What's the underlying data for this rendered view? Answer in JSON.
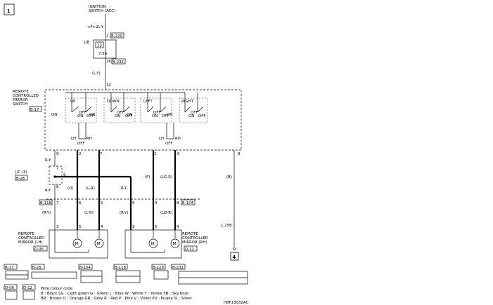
{
  "page_number": "1",
  "ignition": {
    "line1": "IGNITION",
    "line2": "SWITCH (ACC)"
  },
  "wire_top": "<F>2L-Y",
  "jb": {
    "label": "J/B",
    "fuse_no": "23",
    "fuse_amp": "7.5A",
    "pin_in": "2",
    "pin_out": "26",
    "conn_in": "B-229",
    "conn_out": "B-231"
  },
  "wire_ly": "(L-Y)",
  "pin_10": "10",
  "switch": {
    "line1": "REMOTE",
    "line2": "CONTROLLED",
    "line3": "MIRROR",
    "line4": "SWITCH",
    "conn": "B-17",
    "groups": [
      {
        "name": "UP",
        "left": "ON",
        "mid1": "OFF",
        "mid2": "ON",
        "right": "OFF"
      },
      {
        "name": "DOWN",
        "left": "ON",
        "mid1": "OFF",
        "mid2": "ON",
        "right": "OFF"
      },
      {
        "name": "LEFT",
        "left": "ON",
        "mid1": "OFF",
        "mid2": "ON",
        "right": "OFF"
      },
      {
        "name": "RIGHT",
        "left": "ON",
        "mid1": "OFF",
        "mid2": "ON",
        "right": "OFF"
      }
    ],
    "selector_left": {
      "lh": "LH",
      "rh": "RH",
      "off": "OFF"
    },
    "selector_right": {
      "lh": "LH",
      "rh": "RH",
      "off": "OFF"
    },
    "pins": [
      "9",
      "2",
      "7",
      "1",
      "6",
      "8"
    ]
  },
  "jc": {
    "label": "J/C (3)",
    "conn": "B-26",
    "pin_top": "7",
    "pin_right": "9",
    "pin_bottom": "8"
  },
  "wires": {
    "ry_upper": "R-Y",
    "ry_lower": "R-Y",
    "o_left": "(O)",
    "lr_left": "(L-R)",
    "ry_mid": "R-Y",
    "p_mid": "(P)",
    "lg_mid": "(LG-R)",
    "b_right": "(B)",
    "ry_lh": "(R-Y)",
    "lr_lh": "(L-R)",
    "ry_rh": "(R-Y)",
    "lgr_rh": "(LG-R)",
    "gauge": "1.25B"
  },
  "inline_left": {
    "conn": "B-118",
    "pins": [
      "7",
      "6",
      "5"
    ]
  },
  "inline_right": {
    "conn": "B-104",
    "pins": [
      "5",
      "4",
      "8"
    ]
  },
  "mirror_lh": {
    "line1": "REMOTE",
    "line2": "CONTROLLED",
    "line3": "MIRROR (LH)",
    "conn": "D-06",
    "pins": [
      "3",
      "5",
      "4"
    ]
  },
  "mirror_rh": {
    "line1": "REMOTE",
    "line2": "CONTROLLED",
    "line3": "MIRROR (RH)",
    "conn": "D-12",
    "pins": [
      "3",
      "5",
      "4"
    ]
  },
  "motor_label": "M",
  "ground_no": "4",
  "connector_refs": [
    "B-17",
    "B-26",
    "B-104",
    "B-118",
    "B-229",
    "B-231",
    "D-06",
    "D-12"
  ],
  "color_code": {
    "title": "Wire colour code",
    "row1": "B : Black    LG : Light green    G : Green    L : Blue    W : White    Y : Yellow    SB : Sky blue",
    "row2": "BR : Brown    O : Orange    GR : Grey    R : Red    P : Pink    V : Violet    PU : Purple    SI : Silver"
  },
  "figure_code": "H8F13032AC"
}
